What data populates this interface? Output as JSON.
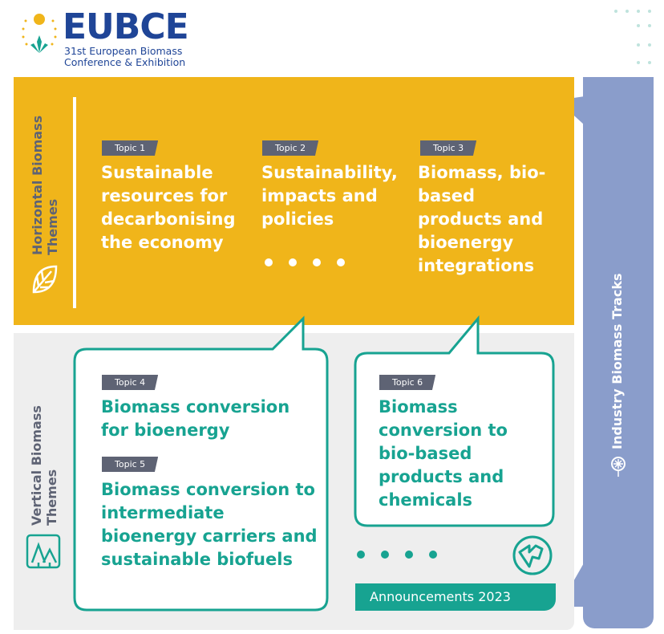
{
  "logo": {
    "title": "EUBCE",
    "subtitle_line1": "31st European Biomass",
    "subtitle_line2": "Conference & Exhibition"
  },
  "horizontal": {
    "label_line1": "Horizontal Biomass",
    "label_line2": "Themes",
    "topics": [
      {
        "badge": "Topic 1",
        "title": "Sustainable resources for decarbonising the economy"
      },
      {
        "badge": "Topic 2",
        "title": "Sustainability, impacts and policies"
      },
      {
        "badge": "Topic 3",
        "title": "Biomass, bio-based products and bioenergy integrations"
      }
    ]
  },
  "vertical": {
    "label_line1": "Vertical Biomass",
    "label_line2": "Themes",
    "topics": [
      {
        "badge": "Topic 4",
        "title": "Biomass conversion for bioenergy"
      },
      {
        "badge": "Topic 5",
        "title": "Biomass conversion to intermediate bioenergy carriers and sustainable biofuels"
      },
      {
        "badge": "Topic 6",
        "title": "Biomass conversion to bio-based products and chemicals"
      }
    ]
  },
  "industry": {
    "label": "Industry Biomass Tracks"
  },
  "announcements": {
    "label": "Announcements 2023"
  },
  "colors": {
    "yellow": "#F0B51A",
    "teal": "#17A391",
    "blue": "#8A9DCB",
    "grey": "#EEEEEE",
    "badge": "#5E6374",
    "brand": "#1f4597"
  }
}
